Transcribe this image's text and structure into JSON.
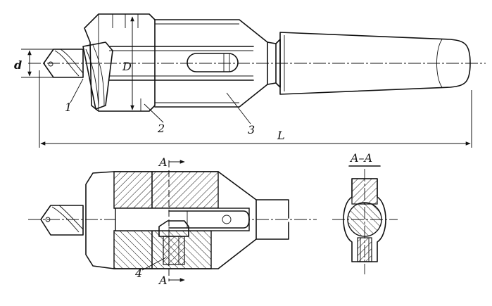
{
  "drawing": {
    "labels": {
      "d": "d",
      "D": "D",
      "L": "L",
      "part1": "1",
      "part2": "2",
      "part3": "3",
      "part4": "4",
      "section_top": "A",
      "section_bottom": "A",
      "section_title": "A–A"
    }
  }
}
